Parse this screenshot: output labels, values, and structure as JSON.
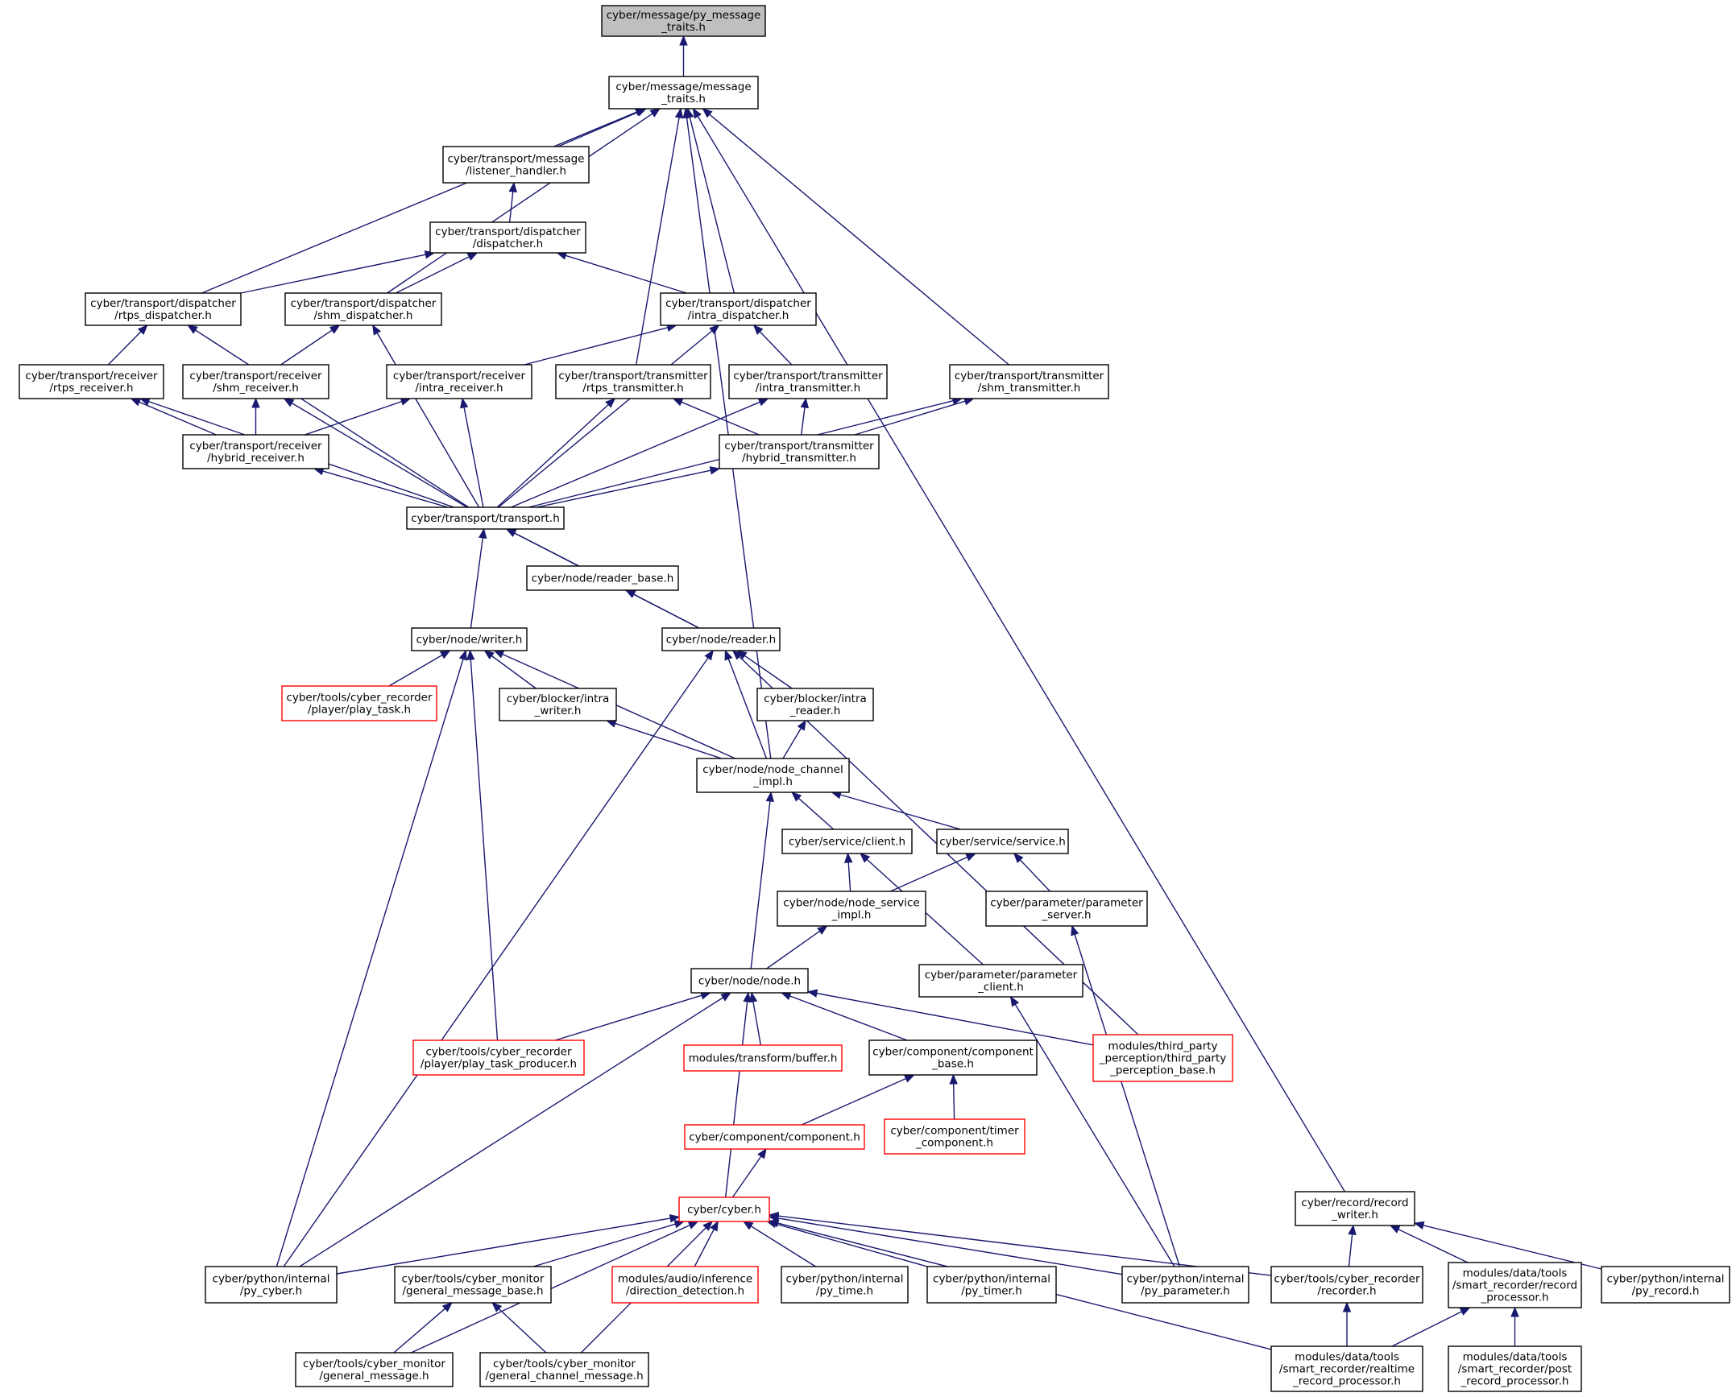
{
  "colors": {
    "edge": "#191970",
    "normal_border": "#000000",
    "red_border": "#ff0000",
    "root_fill": "#bfbfbf",
    "node_fill": "#ffffff"
  },
  "nodes": [
    {
      "id": "py_message_traits",
      "lines": [
        "cyber/message/py_message",
        "_traits.h"
      ],
      "style": "root"
    },
    {
      "id": "message_traits",
      "lines": [
        "cyber/message/message",
        "_traits.h"
      ],
      "style": "normal"
    },
    {
      "id": "listener_handler",
      "lines": [
        "cyber/transport/message",
        "/listener_handler.h"
      ],
      "style": "normal"
    },
    {
      "id": "dispatcher",
      "lines": [
        "cyber/transport/dispatcher",
        "/dispatcher.h"
      ],
      "style": "normal"
    },
    {
      "id": "rtps_dispatcher",
      "lines": [
        "cyber/transport/dispatcher",
        "/rtps_dispatcher.h"
      ],
      "style": "normal"
    },
    {
      "id": "shm_dispatcher",
      "lines": [
        "cyber/transport/dispatcher",
        "/shm_dispatcher.h"
      ],
      "style": "normal"
    },
    {
      "id": "intra_dispatcher",
      "lines": [
        "cyber/transport/dispatcher",
        "/intra_dispatcher.h"
      ],
      "style": "normal"
    },
    {
      "id": "rtps_receiver",
      "lines": [
        "cyber/transport/receiver",
        "/rtps_receiver.h"
      ],
      "style": "normal"
    },
    {
      "id": "shm_receiver",
      "lines": [
        "cyber/transport/receiver",
        "/shm_receiver.h"
      ],
      "style": "normal"
    },
    {
      "id": "intra_receiver",
      "lines": [
        "cyber/transport/receiver",
        "/intra_receiver.h"
      ],
      "style": "normal"
    },
    {
      "id": "rtps_transmitter",
      "lines": [
        "cyber/transport/transmitter",
        "/rtps_transmitter.h"
      ],
      "style": "normal"
    },
    {
      "id": "intra_transmitter",
      "lines": [
        "cyber/transport/transmitter",
        "/intra_transmitter.h"
      ],
      "style": "normal"
    },
    {
      "id": "shm_transmitter",
      "lines": [
        "cyber/transport/transmitter",
        "/shm_transmitter.h"
      ],
      "style": "normal"
    },
    {
      "id": "hybrid_receiver",
      "lines": [
        "cyber/transport/receiver",
        "/hybrid_receiver.h"
      ],
      "style": "normal"
    },
    {
      "id": "hybrid_transmitter",
      "lines": [
        "cyber/transport/transmitter",
        "/hybrid_transmitter.h"
      ],
      "style": "normal"
    },
    {
      "id": "transport",
      "lines": [
        "cyber/transport/transport.h"
      ],
      "style": "normal"
    },
    {
      "id": "reader_base",
      "lines": [
        "cyber/node/reader_base.h"
      ],
      "style": "normal"
    },
    {
      "id": "writer",
      "lines": [
        "cyber/node/writer.h"
      ],
      "style": "normal"
    },
    {
      "id": "reader",
      "lines": [
        "cyber/node/reader.h"
      ],
      "style": "normal"
    },
    {
      "id": "play_task",
      "lines": [
        "cyber/tools/cyber_recorder",
        "/player/play_task.h"
      ],
      "style": "red"
    },
    {
      "id": "blocker_intra_writer",
      "lines": [
        "cyber/blocker/intra",
        "_writer.h"
      ],
      "style": "normal"
    },
    {
      "id": "blocker_intra_reader",
      "lines": [
        "cyber/blocker/intra",
        "_reader.h"
      ],
      "style": "normal"
    },
    {
      "id": "node_channel_impl",
      "lines": [
        "cyber/node/node_channel",
        "_impl.h"
      ],
      "style": "normal"
    },
    {
      "id": "client",
      "lines": [
        "cyber/service/client.h"
      ],
      "style": "normal"
    },
    {
      "id": "service",
      "lines": [
        "cyber/service/service.h"
      ],
      "style": "normal"
    },
    {
      "id": "node_service_impl",
      "lines": [
        "cyber/node/node_service",
        "_impl.h"
      ],
      "style": "normal"
    },
    {
      "id": "parameter_server",
      "lines": [
        "cyber/parameter/parameter",
        "_server.h"
      ],
      "style": "normal"
    },
    {
      "id": "node",
      "lines": [
        "cyber/node/node.h"
      ],
      "style": "normal"
    },
    {
      "id": "parameter_client",
      "lines": [
        "cyber/parameter/parameter",
        "_client.h"
      ],
      "style": "normal"
    },
    {
      "id": "play_task_producer",
      "lines": [
        "cyber/tools/cyber_recorder",
        "/player/play_task_producer.h"
      ],
      "style": "red"
    },
    {
      "id": "transform_buffer",
      "lines": [
        "modules/transform/buffer.h"
      ],
      "style": "red"
    },
    {
      "id": "component_base",
      "lines": [
        "cyber/component/component",
        "_base.h"
      ],
      "style": "normal"
    },
    {
      "id": "third_party_perception",
      "lines": [
        "modules/third_party",
        "_perception/third_party",
        "_perception_base.h"
      ],
      "style": "red"
    },
    {
      "id": "component",
      "lines": [
        "cyber/component/component.h"
      ],
      "style": "red"
    },
    {
      "id": "timer_component",
      "lines": [
        "cyber/component/timer",
        "_component.h"
      ],
      "style": "red"
    },
    {
      "id": "cyber",
      "lines": [
        "cyber/cyber.h"
      ],
      "style": "red"
    },
    {
      "id": "record_writer",
      "lines": [
        "cyber/record/record",
        "_writer.h"
      ],
      "style": "normal"
    },
    {
      "id": "py_cyber",
      "lines": [
        "cyber/python/internal",
        "/py_cyber.h"
      ],
      "style": "normal"
    },
    {
      "id": "general_message_base",
      "lines": [
        "cyber/tools/cyber_monitor",
        "/general_message_base.h"
      ],
      "style": "normal"
    },
    {
      "id": "direction_detection",
      "lines": [
        "modules/audio/inference",
        "/direction_detection.h"
      ],
      "style": "red"
    },
    {
      "id": "py_time",
      "lines": [
        "cyber/python/internal",
        "/py_time.h"
      ],
      "style": "normal"
    },
    {
      "id": "py_timer",
      "lines": [
        "cyber/python/internal",
        "/py_timer.h"
      ],
      "style": "normal"
    },
    {
      "id": "py_parameter",
      "lines": [
        "cyber/python/internal",
        "/py_parameter.h"
      ],
      "style": "normal"
    },
    {
      "id": "recorder",
      "lines": [
        "cyber/tools/cyber_recorder",
        "/recorder.h"
      ],
      "style": "normal"
    },
    {
      "id": "record_processor",
      "lines": [
        "modules/data/tools",
        "/smart_recorder/record",
        "_processor.h"
      ],
      "style": "normal"
    },
    {
      "id": "py_record",
      "lines": [
        "cyber/python/internal",
        "/py_record.h"
      ],
      "style": "normal"
    },
    {
      "id": "general_message",
      "lines": [
        "cyber/tools/cyber_monitor",
        "/general_message.h"
      ],
      "style": "normal"
    },
    {
      "id": "general_channel_message",
      "lines": [
        "cyber/tools/cyber_monitor",
        "/general_channel_message.h"
      ],
      "style": "normal"
    },
    {
      "id": "realtime_record_processor",
      "lines": [
        "modules/data/tools",
        "/smart_recorder/realtime",
        "_record_processor.h"
      ],
      "style": "normal"
    },
    {
      "id": "post_record_processor",
      "lines": [
        "modules/data/tools",
        "/smart_recorder/post",
        "_record_processor.h"
      ],
      "style": "normal"
    }
  ],
  "edges": [
    [
      "message_traits",
      "py_message_traits"
    ],
    [
      "listener_handler",
      "message_traits"
    ],
    [
      "rtps_dispatcher",
      "message_traits"
    ],
    [
      "shm_dispatcher",
      "message_traits"
    ],
    [
      "intra_dispatcher",
      "message_traits"
    ],
    [
      "rtps_transmitter",
      "message_traits"
    ],
    [
      "shm_transmitter",
      "message_traits"
    ],
    [
      "node_channel_impl",
      "message_traits"
    ],
    [
      "record_writer",
      "message_traits"
    ],
    [
      "dispatcher",
      "listener_handler"
    ],
    [
      "rtps_dispatcher",
      "dispatcher"
    ],
    [
      "shm_dispatcher",
      "dispatcher"
    ],
    [
      "intra_dispatcher",
      "dispatcher"
    ],
    [
      "rtps_receiver",
      "rtps_dispatcher"
    ],
    [
      "transport",
      "rtps_dispatcher"
    ],
    [
      "shm_receiver",
      "shm_dispatcher"
    ],
    [
      "transport",
      "shm_dispatcher"
    ],
    [
      "intra_receiver",
      "intra_dispatcher"
    ],
    [
      "intra_transmitter",
      "intra_dispatcher"
    ],
    [
      "transport",
      "intra_dispatcher"
    ],
    [
      "hybrid_receiver",
      "rtps_receiver"
    ],
    [
      "transport",
      "rtps_receiver"
    ],
    [
      "hybrid_receiver",
      "shm_receiver"
    ],
    [
      "transport",
      "shm_receiver"
    ],
    [
      "hybrid_receiver",
      "intra_receiver"
    ],
    [
      "transport",
      "intra_receiver"
    ],
    [
      "hybrid_transmitter",
      "rtps_transmitter"
    ],
    [
      "transport",
      "rtps_transmitter"
    ],
    [
      "hybrid_transmitter",
      "intra_transmitter"
    ],
    [
      "transport",
      "intra_transmitter"
    ],
    [
      "hybrid_transmitter",
      "shm_transmitter"
    ],
    [
      "transport",
      "shm_transmitter"
    ],
    [
      "transport",
      "hybrid_receiver"
    ],
    [
      "transport",
      "hybrid_transmitter"
    ],
    [
      "reader_base",
      "transport"
    ],
    [
      "writer",
      "transport"
    ],
    [
      "reader",
      "transport"
    ],
    [
      "reader",
      "reader_base"
    ],
    [
      "play_task",
      "writer"
    ],
    [
      "blocker_intra_writer",
      "writer"
    ],
    [
      "node_channel_impl",
      "writer"
    ],
    [
      "play_task_producer",
      "writer"
    ],
    [
      "py_cyber",
      "writer"
    ],
    [
      "blocker_intra_reader",
      "reader"
    ],
    [
      "node_channel_impl",
      "reader"
    ],
    [
      "third_party_perception",
      "reader"
    ],
    [
      "py_cyber",
      "reader"
    ],
    [
      "node_channel_impl",
      "blocker_intra_writer"
    ],
    [
      "node_channel_impl",
      "blocker_intra_reader"
    ],
    [
      "client",
      "node_channel_impl"
    ],
    [
      "service",
      "node_channel_impl"
    ],
    [
      "node",
      "node_channel_impl"
    ],
    [
      "node_service_impl",
      "client"
    ],
    [
      "parameter_client",
      "client"
    ],
    [
      "node_service_impl",
      "service"
    ],
    [
      "parameter_server",
      "service"
    ],
    [
      "node",
      "node_service_impl"
    ],
    [
      "py_parameter",
      "parameter_server"
    ],
    [
      "play_task_producer",
      "node"
    ],
    [
      "transform_buffer",
      "node"
    ],
    [
      "component_base",
      "node"
    ],
    [
      "third_party_perception",
      "node"
    ],
    [
      "cyber",
      "node"
    ],
    [
      "py_cyber",
      "node"
    ],
    [
      "py_parameter",
      "parameter_client"
    ],
    [
      "component",
      "component_base"
    ],
    [
      "timer_component",
      "component_base"
    ],
    [
      "cyber",
      "component"
    ],
    [
      "py_cyber",
      "cyber"
    ],
    [
      "general_message_base",
      "cyber"
    ],
    [
      "direction_detection",
      "cyber"
    ],
    [
      "py_time",
      "cyber"
    ],
    [
      "py_timer",
      "cyber"
    ],
    [
      "py_parameter",
      "cyber"
    ],
    [
      "recorder",
      "cyber"
    ],
    [
      "general_message",
      "cyber"
    ],
    [
      "general_channel_message",
      "cyber"
    ],
    [
      "realtime_record_processor",
      "cyber"
    ],
    [
      "general_message",
      "general_message_base"
    ],
    [
      "general_channel_message",
      "general_message_base"
    ],
    [
      "recorder",
      "record_writer"
    ],
    [
      "record_processor",
      "record_writer"
    ],
    [
      "py_record",
      "record_writer"
    ],
    [
      "realtime_record_processor",
      "recorder"
    ],
    [
      "realtime_record_processor",
      "record_processor"
    ],
    [
      "post_record_processor",
      "record_processor"
    ]
  ]
}
